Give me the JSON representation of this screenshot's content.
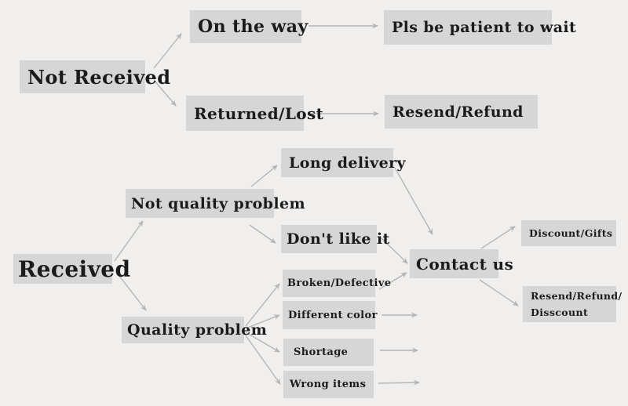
{
  "diagram": {
    "type": "flowchart",
    "topic": "order-received customer service decision tree",
    "colors": {
      "background": "#f0efee",
      "node_fill": "#d7d6d6",
      "node_text": "#1b1b1b",
      "arrow": "#b5b5b5"
    },
    "nodes": {
      "not_received": {
        "label": "Not Received"
      },
      "on_the_way": {
        "label": "On the way"
      },
      "pls_wait": {
        "label": "Pls be patient to wait"
      },
      "returned_lost": {
        "label": "Returned/Lost"
      },
      "resend_refund": {
        "label": "Resend/Refund"
      },
      "received": {
        "label": "Received"
      },
      "not_quality_problem": {
        "label": "Not quality problem"
      },
      "long_delivery": {
        "label": "Long delivery"
      },
      "dont_like_it": {
        "label": "Don't like it"
      },
      "quality_problem": {
        "label": "Quality problem"
      },
      "broken_defective": {
        "label": "Broken/Defective"
      },
      "different_color": {
        "label": "Different color"
      },
      "shortage": {
        "label": "Shortage"
      },
      "wrong_items": {
        "label": "Wrong items"
      },
      "contact_us": {
        "label": "Contact us"
      },
      "discount_gifts": {
        "label": "Discount/Gifts"
      },
      "resend_refund_discount": {
        "line1": "Resend/Refund/",
        "line2": "Disscount"
      }
    },
    "edges": [
      {
        "from": "not_received",
        "to": "on_the_way"
      },
      {
        "from": "not_received",
        "to": "returned_lost"
      },
      {
        "from": "on_the_way",
        "to": "pls_wait"
      },
      {
        "from": "returned_lost",
        "to": "resend_refund"
      },
      {
        "from": "received",
        "to": "not_quality_problem"
      },
      {
        "from": "received",
        "to": "quality_problem"
      },
      {
        "from": "not_quality_problem",
        "to": "long_delivery"
      },
      {
        "from": "not_quality_problem",
        "to": "dont_like_it"
      },
      {
        "from": "long_delivery",
        "to": "contact_us"
      },
      {
        "from": "dont_like_it",
        "to": "contact_us"
      },
      {
        "from": "quality_problem",
        "to": "broken_defective"
      },
      {
        "from": "quality_problem",
        "to": "different_color"
      },
      {
        "from": "quality_problem",
        "to": "shortage"
      },
      {
        "from": "quality_problem",
        "to": "wrong_items"
      },
      {
        "from": "broken_defective",
        "to": "contact_us"
      },
      {
        "from": "different_color",
        "to": "contact_us"
      },
      {
        "from": "shortage",
        "to": "contact_us"
      },
      {
        "from": "wrong_items",
        "to": "contact_us"
      },
      {
        "from": "contact_us",
        "to": "discount_gifts"
      },
      {
        "from": "contact_us",
        "to": "resend_refund_discount"
      }
    ]
  }
}
